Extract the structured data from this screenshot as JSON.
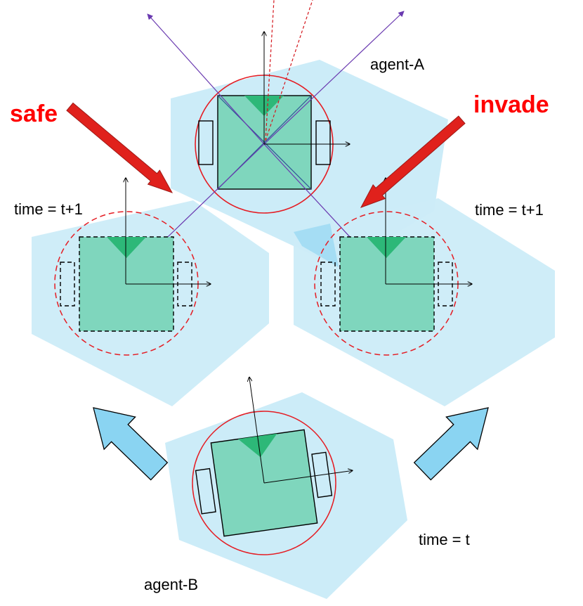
{
  "labels": {
    "agent_a": "agent-A",
    "agent_b": "agent-B",
    "time_left": "time = t+1",
    "time_right": "time = t+1",
    "time_now": "time = t",
    "safe": "safe",
    "invade": "invade"
  },
  "colors": {
    "hexagon_fill": "#ccecf8",
    "body_fill": "#7fd6bd",
    "front_marker": "#2db878",
    "safety_circle": "#e51c23",
    "motion_arrow": "#8ad4f2",
    "warning_arrow": "#e0211c",
    "diagonal_line": "#6a3ab0"
  }
}
